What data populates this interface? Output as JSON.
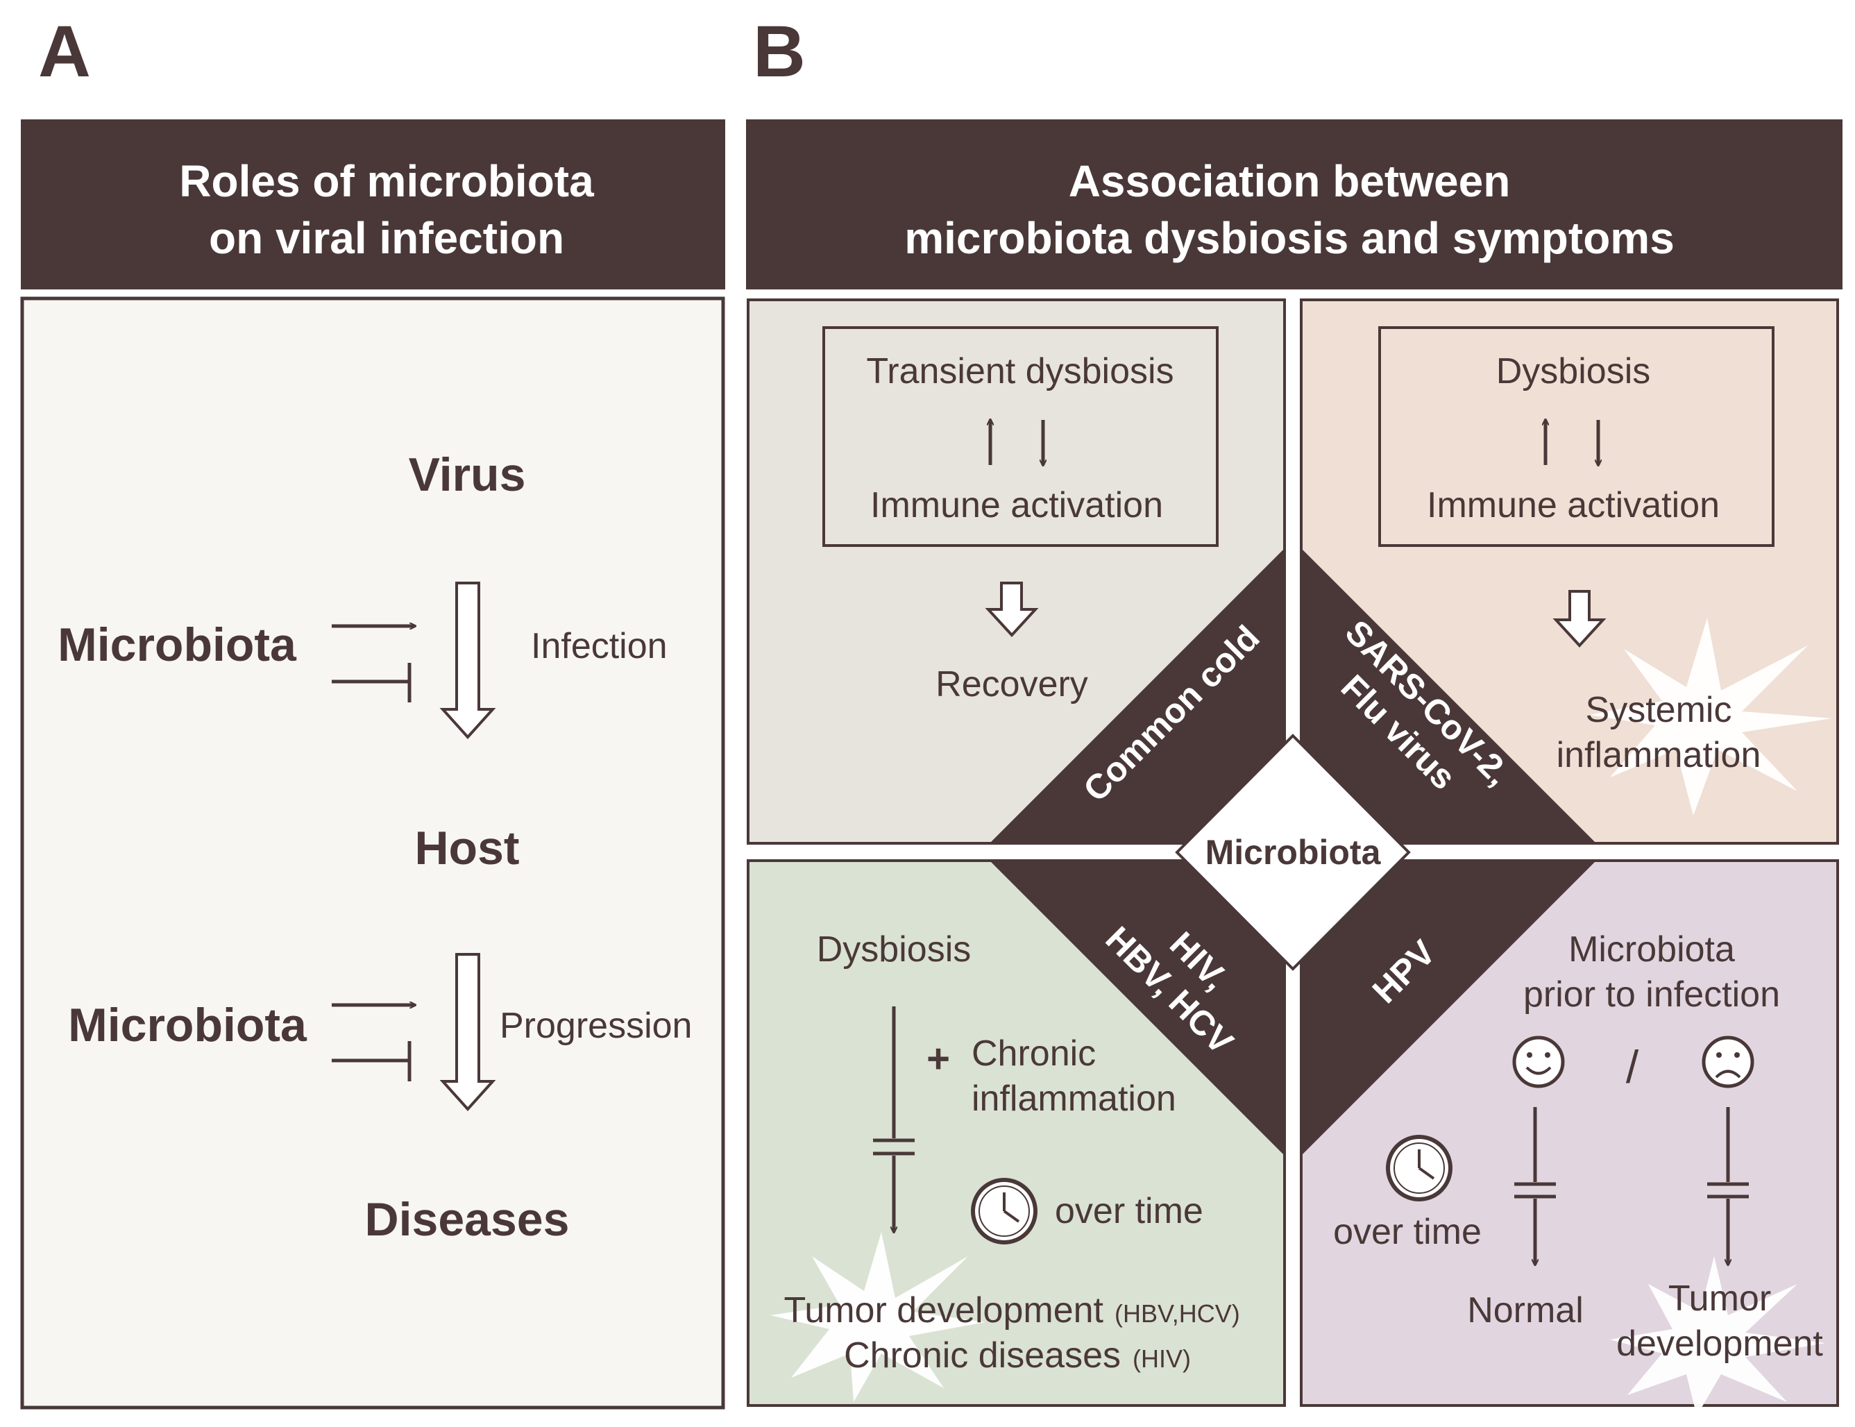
{
  "panel_a": {
    "letter": "A",
    "header": [
      "Roles of microbiota",
      "on viral infection"
    ],
    "virus": "Virus",
    "host": "Host",
    "diseases": "Diseases",
    "microbiota_1": "Microbiota",
    "microbiota_2": "Microbiota",
    "infection": "Infection",
    "progression": "Progression"
  },
  "panel_b": {
    "letter": "B",
    "header": [
      "Association between",
      "microbiota dysbiosis and symptoms"
    ],
    "center_label": "Microbiota",
    "common_cold": {
      "band": "Common cold",
      "box_top": "Transient dysbiosis",
      "box_bottom": "Immune activation",
      "outcome": "Recovery"
    },
    "sars": {
      "band": [
        "SARS-CoV-2,",
        "Flu virus"
      ],
      "box_top": "Dysbiosis",
      "box_bottom": "Immune activation",
      "outcome": [
        "Systemic",
        "inflammation"
      ]
    },
    "hiv": {
      "band": [
        "HIV,",
        "HBV, HCV"
      ],
      "dysbiosis": "Dysbiosis",
      "plus": "+",
      "chronic": [
        "Chronic",
        "inflammation"
      ],
      "over_time": "over time",
      "tumor_dev": "Tumor development",
      "tumor_dev_note": "(HBV,HCV)",
      "chronic_dis": "Chronic diseases",
      "chronic_dis_note": "(HIV)"
    },
    "hpv": {
      "band": "HPV",
      "microbiota_prior": [
        "Microbiota",
        "prior to infection"
      ],
      "slash": "/",
      "over_time": "over time",
      "normal": "Normal",
      "tumor": [
        "Tumor",
        "development"
      ]
    }
  },
  "colors": {
    "header_bg": "#4a3838",
    "panel_a_bg": "#f7f6f3",
    "common_cold_bg": "#e7e4dd",
    "sars_bg": "#f0dfd5",
    "hiv_bg": "#dae2d3",
    "hpv_bg": "#e1d6e0",
    "border": "#4a3838"
  }
}
